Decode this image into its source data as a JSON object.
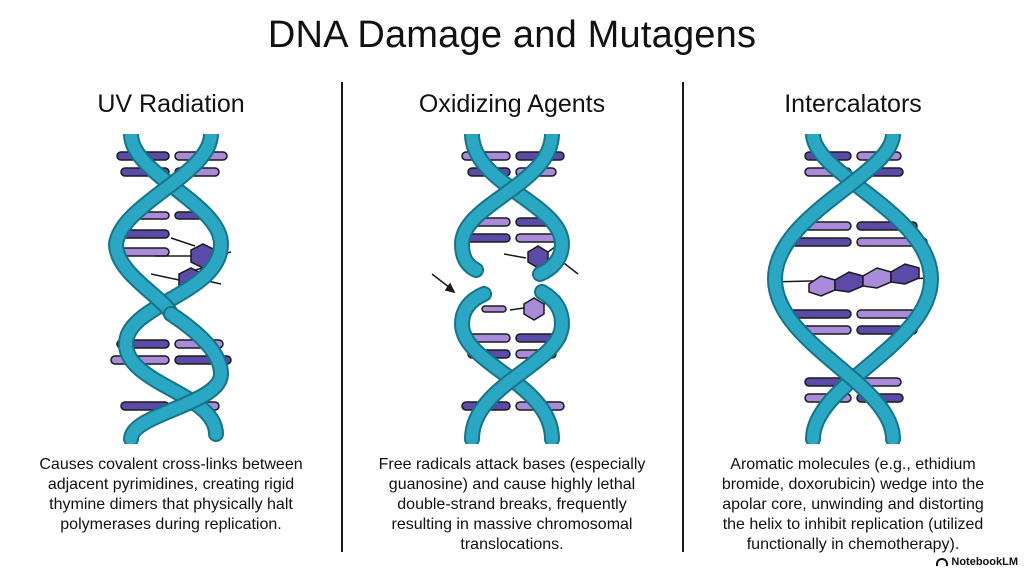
{
  "title": "DNA Damage and Mutagens",
  "columns": [
    {
      "heading": "UV Radiation",
      "lines": [
        "Causes covalent cross-links between",
        "adjacent pyrimidines, creating rigid",
        "thymine dimers that physically halt",
        "polymerases during replication."
      ]
    },
    {
      "heading": "Oxidizing Agents",
      "lines": [
        "Free radicals attack bases (especially",
        "guanosine) and cause highly lethal",
        "double-strand breaks, frequently",
        "resulting in massive chromosomal",
        "translocations."
      ]
    },
    {
      "heading": "Intercalators",
      "lines": [
        "Aromatic molecules (e.g., ethidium",
        "bromide, doxorubicin) wedge into the",
        "apolar core, unwinding and distorting",
        "the helix to inhibit replication (utilized",
        "functionally in chemotherapy)."
      ]
    }
  ],
  "brand": "NotebookLM",
  "colors": {
    "strand": "#2aa7c2",
    "strand_dark": "#15748a",
    "base_dark": "#5b4aa8",
    "base_light": "#a98bd9",
    "outline": "#1a1a1a"
  },
  "icons": [
    "dna-helix-icon",
    "thymine-dimer-icon",
    "radical-arrow-icon",
    "intercalator-molecule-icon",
    "notebooklm-logo-icon"
  ]
}
